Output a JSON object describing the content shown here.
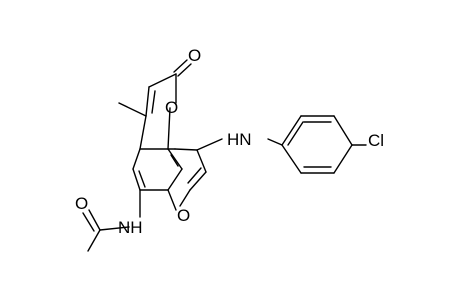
{
  "labels": {
    "o_carbonyl": "O",
    "o_lactone": "O",
    "nh_aryl": "HN",
    "cl": "Cl",
    "nh_amide": "NH",
    "o_amide": "O",
    "o_furan": "O"
  },
  "colors": {
    "bond": "#000000",
    "text": "#000000",
    "background": "#ffffff"
  }
}
